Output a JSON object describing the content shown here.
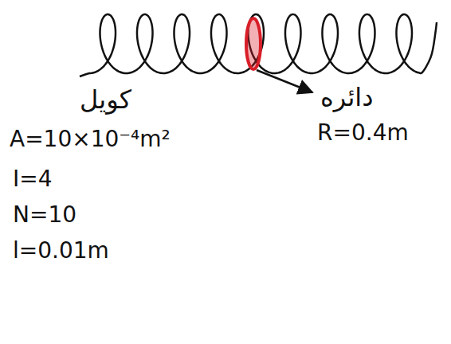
{
  "diagram": {
    "labels": [
      "کویل",
      "A=10×10⁻⁴m²",
      "I=4",
      "N=10",
      "l=0.01m",
      "دائره",
      "R=0.4m"
    ]
  }
}
